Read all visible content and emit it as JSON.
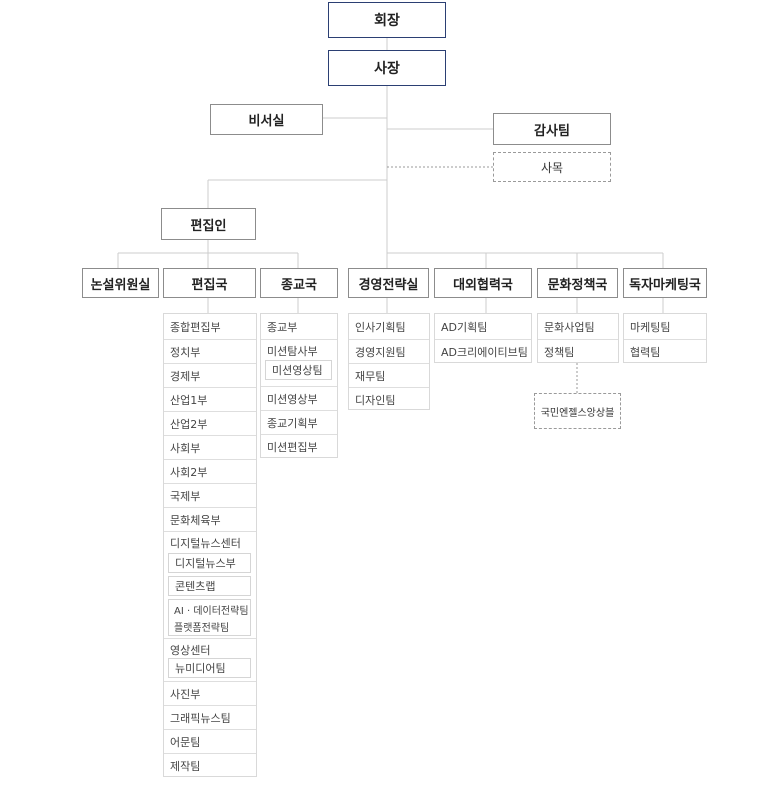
{
  "chairman": "회장",
  "president": "사장",
  "secretariat": "비서실",
  "audit": "감사팀",
  "chaplain": "사목",
  "publisher": "편집인",
  "departments": {
    "editorial_board": "논설위원실",
    "editorial": "편집국",
    "religion": "종교국",
    "strategy": "경영전략실",
    "external": "대외협력국",
    "culture": "문화정책국",
    "reader": "독자마케팅국"
  },
  "editorial_items": {
    "general": "종합편집부",
    "politics": "정치부",
    "economy": "경제부",
    "industry1": "산업1부",
    "industry2": "산업2부",
    "society": "사회부",
    "society2": "사회2부",
    "international": "국제부",
    "culture_sports": "문화체육부",
    "digital_center": "디지털뉴스센터",
    "digital_news": "디지털뉴스부",
    "content_lab": "콘텐츠랩",
    "ai_data": "AI · 데이터전략팀",
    "platform": "플랫폼전략팀",
    "video_center": "영상센터",
    "new_media": "뉴미디어팀",
    "photo": "사진부",
    "graphic": "그래픽뉴스팀",
    "proofreading": "어문팀",
    "production": "제작팀"
  },
  "religion_items": {
    "religion_dept": "종교부",
    "mission_news": "미션탐사부",
    "mission_video_team": "미션영상팀",
    "mission_video": "미션영상부",
    "religion_planning": "종교기획부",
    "mission_editing": "미션편집부"
  },
  "strategy_items": {
    "hr_planning": "인사기획팀",
    "management_support": "경영지원팀",
    "finance": "재무팀",
    "design": "디자인팀"
  },
  "external_items": {
    "ad_planning": "AD기획팀",
    "ad_creative": "AD크리에이티브팀"
  },
  "culture_items": {
    "culture_business": "문화사업팀",
    "policy": "정책팀",
    "angels_choir": "국민엔젤스앙상블"
  },
  "reader_items": {
    "marketing": "마케팅팀",
    "cooperation": "협력팀"
  }
}
